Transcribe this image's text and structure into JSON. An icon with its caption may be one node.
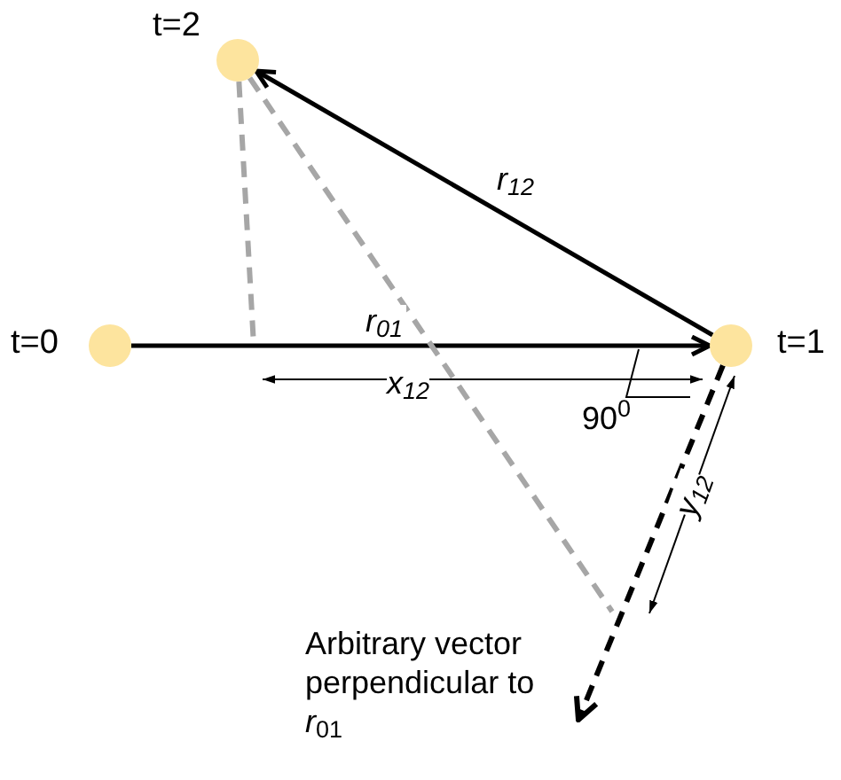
{
  "diagram": {
    "nodes": [
      {
        "text": [],
        "shape": "circle",
        "beside": [
          "t=0"
        ]
      },
      {
        "text": [],
        "shape": "circle",
        "beside": [
          "t=1"
        ]
      },
      {
        "text": [],
        "shape": "circle",
        "beside": [
          "t=2"
        ]
      },
      {
        "text": [
          "Arbitrary vector perpendicular to *r*$_{01}$"
        ]
      }
    ],
    "edges": [
      {
        "from": 0,
        "to": 1,
        "arrow": "to",
        "label": "r$_{01}$"
      },
      {
        "from": 1,
        "to": 2,
        "arrow": "to",
        "label": "r$_{12}$"
      },
      {
        "from": 2,
        "to": null,
        "arrow": "none",
        "style": "dashed",
        "color": "#a6a6a6"
      },
      {
        "from": 2,
        "to": null,
        "arrow": "none",
        "style": "dashed",
        "color": "#a6a6a6"
      },
      {
        "from": 1,
        "to": 3,
        "arrow": "to",
        "style": "dashed"
      }
    ],
    "labels": [
      "x$_{12}$",
      "90$^{0}$",
      "y$_{12}$"
    ]
  }
}
